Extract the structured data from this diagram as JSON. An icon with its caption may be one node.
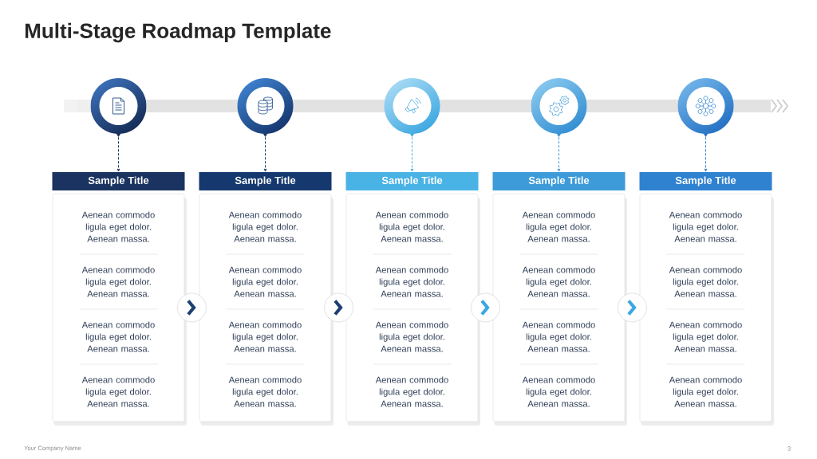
{
  "diagram": {
    "title": "Multi-Stage Roadmap Template",
    "nodes": [
      {
        "text": [],
        "shape": "circle"
      },
      {
        "text": [],
        "shape": "circle"
      },
      {
        "text": [],
        "shape": "circle"
      },
      {
        "text": [],
        "shape": "circle"
      },
      {
        "text": [],
        "shape": "circle"
      },
      {
        "text": [
          "Sample Title"
        ]
      },
      {
        "text": [
          "Sample Title"
        ]
      },
      {
        "text": [
          "Sample Title"
        ]
      },
      {
        "text": [
          "Sample Title"
        ]
      },
      {
        "text": [
          "Sample Title"
        ]
      },
      {
        "text": [
          "Aenean commodo ligula eget dolor. Aenean massa.",
          "Aenean commodo ligula eget dolor. Aenean massa.",
          "Aenean commodo ligula eget dolor. Aenean massa.",
          "Aenean commodo ligula eget dolor. Aenean massa."
        ]
      },
      {
        "text": [
          "Aenean commodo ligula eget dolor. Aenean massa.",
          "Aenean commodo ligula eget dolor. Aenean massa.",
          "Aenean commodo ligula eget dolor. Aenean massa.",
          "Aenean commodo ligula eget dolor. Aenean massa."
        ]
      },
      {
        "text": [
          "Aenean commodo ligula eget dolor. Aenean massa.",
          "Aenean commodo ligula eget dolor. Aenean massa.",
          "Aenean commodo ligula eget dolor. Aenean massa.",
          "Aenean commodo ligula eget dolor. Aenean massa."
        ]
      },
      {
        "text": [
          "Aenean commodo ligula eget dolor. Aenean massa.",
          "Aenean commodo ligula eget dolor. Aenean massa.",
          "Aenean commodo ligula eget dolor. Aenean massa.",
          "Aenean commodo ligula eget dolor. Aenean massa."
        ]
      },
      {
        "text": [
          "Aenean commodo ligula eget dolor. Aenean massa.",
          "Aenean commodo ligula eget dolor. Aenean massa.",
          "Aenean commodo ligula eget dolor. Aenean massa.",
          "Aenean commodo ligula eget dolor. Aenean massa."
        ]
      }
    ],
    "edges": [
      {
        "from": 0,
        "to": 5,
        "arrow": "to",
        "style": "dashed",
        "color": "#1b3360"
      },
      {
        "from": 1,
        "to": 6,
        "arrow": "to",
        "style": "dashed",
        "color": "#15396e"
      },
      {
        "from": 2,
        "to": 7,
        "arrow": "to",
        "style": "dashed",
        "color": "#45ace3"
      },
      {
        "from": 3,
        "to": 8,
        "arrow": "to",
        "style": "dashed",
        "color": "#3a96d7"
      },
      {
        "from": 4,
        "to": 9,
        "arrow": "to",
        "style": "dashed",
        "color": "#2e80cf"
      },
      {
        "from": 10,
        "to": 11,
        "arrow": "to",
        "style": "thick",
        "color": "#1c3f73"
      },
      {
        "from": 11,
        "to": 12,
        "arrow": "to",
        "style": "thick",
        "color": "#1c3f73"
      },
      {
        "from": 12,
        "to": 13,
        "arrow": "to",
        "style": "thick",
        "color": "#3aa6e4"
      },
      {
        "from": 13,
        "to": 14,
        "arrow": "to",
        "style": "thick",
        "color": "#3aa6e4"
      }
    ],
    "labels": [
      "Your Company Name",
      "3"
    ]
  }
}
